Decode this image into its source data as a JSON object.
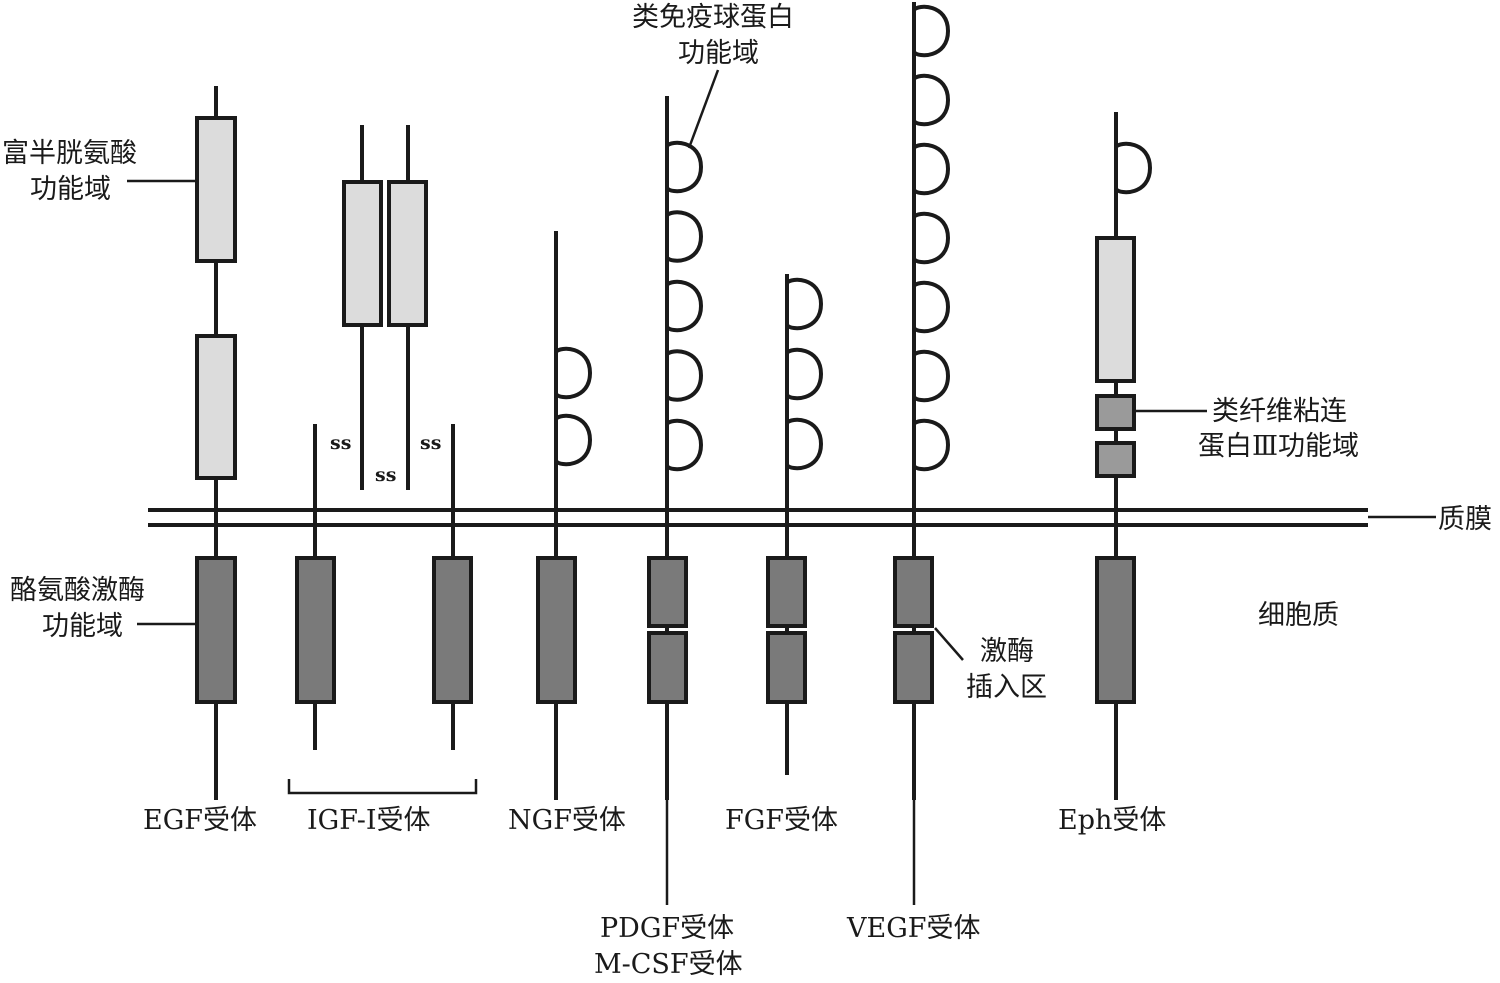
{
  "colors": {
    "stroke": "#1a1a1a",
    "cysteine_rich_fill": "#dcdcdc",
    "kinase_fill": "#7a7a7a",
    "fn3_fill": "#9a9a9a",
    "background": "#ffffff"
  },
  "labels": {
    "cysteine_rich_domain": [
      "富半胱氨酸",
      "功能域"
    ],
    "ig_like_domain": [
      "类免疫球蛋白",
      "功能域"
    ],
    "fibronectin_iii_domain": [
      "类纤维粘连",
      "蛋白Ⅲ功能域"
    ],
    "plasma_membrane": "质膜",
    "cytoplasm": "细胞质",
    "tyrosine_kinase_domain": [
      "酪氨酸激酶",
      "功能域"
    ],
    "kinase_insert_region": [
      "激酶",
      "插入区"
    ],
    "disulfide": "ss"
  },
  "receptors": [
    {
      "id": "egf",
      "name": [
        "EGF受体"
      ],
      "extracellular": "2 cysteine-rich domains",
      "kinase": "single"
    },
    {
      "id": "igf1",
      "name": [
        "IGF-Ⅰ受体"
      ],
      "extracellular": "2 cysteine-rich domains (α2β2, disulfide-linked)",
      "kinase": "single x2"
    },
    {
      "id": "ngf",
      "name": [
        "NGF受体"
      ],
      "extracellular": "2 Ig-like loops",
      "kinase": "single"
    },
    {
      "id": "pdgf",
      "name": [
        "PDGF受体",
        "M-CSF受体"
      ],
      "extracellular": "5 Ig-like loops",
      "kinase": "split"
    },
    {
      "id": "fgf",
      "name": [
        "FGF受体"
      ],
      "extracellular": "3 Ig-like loops",
      "kinase": "split"
    },
    {
      "id": "vegf",
      "name": [
        "VEGF受体"
      ],
      "extracellular": "7 Ig-like loops",
      "kinase": "split"
    },
    {
      "id": "eph",
      "name": [
        "Eph受体"
      ],
      "extracellular": "1 Ig-like loop, 1 cysteine-rich domain, 2 FN-III domains",
      "kinase": "single"
    }
  ]
}
